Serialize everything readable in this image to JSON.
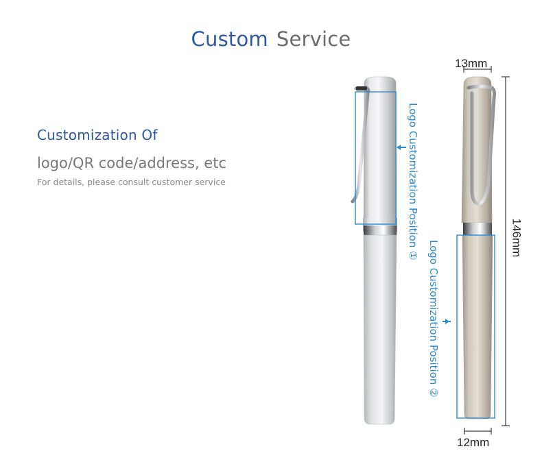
{
  "title": {
    "part1": "Custom",
    "part2": "Service"
  },
  "customization": {
    "heading": "Customization Of",
    "subtitle": "logo/QR code/address, etc",
    "note": "For details, please consult customer service"
  },
  "dimensions": {
    "cap_width": "13mm",
    "body_width": "12mm",
    "length": "146mm"
  },
  "logo_positions": {
    "position_1": "Logo Customization Position ①",
    "position_2": "Logo Customization Position ②"
  },
  "colors": {
    "title_blue": "#2f58a3",
    "title_gray": "#6b6b6b",
    "marker_blue": "#2c8ad0"
  }
}
